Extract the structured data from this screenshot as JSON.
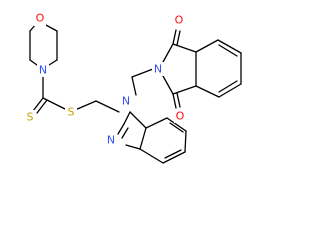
{
  "molecule": {
    "atoms": {
      "morpholine_o": {
        "symbol": "O",
        "color": "#ff0d0d"
      },
      "morpholine_n": {
        "symbol": "N",
        "color": "#3050f8"
      },
      "thione_s": {
        "symbol": "S",
        "color": "#c8a000"
      },
      "thioether_s": {
        "symbol": "S",
        "color": "#c8a000"
      },
      "benzimidazole_n_top": {
        "symbol": "N",
        "color": "#3050f8"
      },
      "benzimidazole_n_bottom": {
        "symbol": "N",
        "color": "#3050f8"
      },
      "phthalimide_n": {
        "symbol": "N",
        "color": "#3050f8"
      },
      "carbonyl_o_top": {
        "symbol": "O",
        "color": "#ff0d0d"
      },
      "carbonyl_o_bottom": {
        "symbol": "O",
        "color": "#ff0d0d"
      }
    },
    "bond_color": "#000000"
  }
}
